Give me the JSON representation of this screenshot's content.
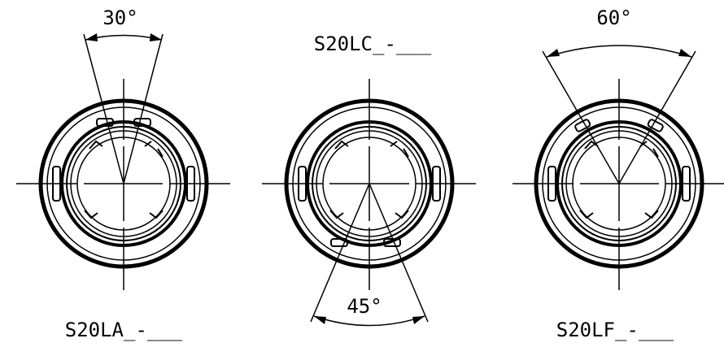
{
  "views": [
    {
      "id": "la",
      "label": "S20LA_-___",
      "angle_label": "30°",
      "angle_deg": 30,
      "angle_direction": "up"
    },
    {
      "id": "lc",
      "label": "S20LC_-___",
      "angle_label": "45°",
      "angle_deg": 45,
      "angle_direction": "down"
    },
    {
      "id": "lf",
      "label": "S20LF_-___",
      "angle_label": "60°",
      "angle_deg": 60,
      "angle_direction": "up"
    }
  ],
  "colors": {
    "line": "#000000",
    "background": "#ffffff"
  }
}
